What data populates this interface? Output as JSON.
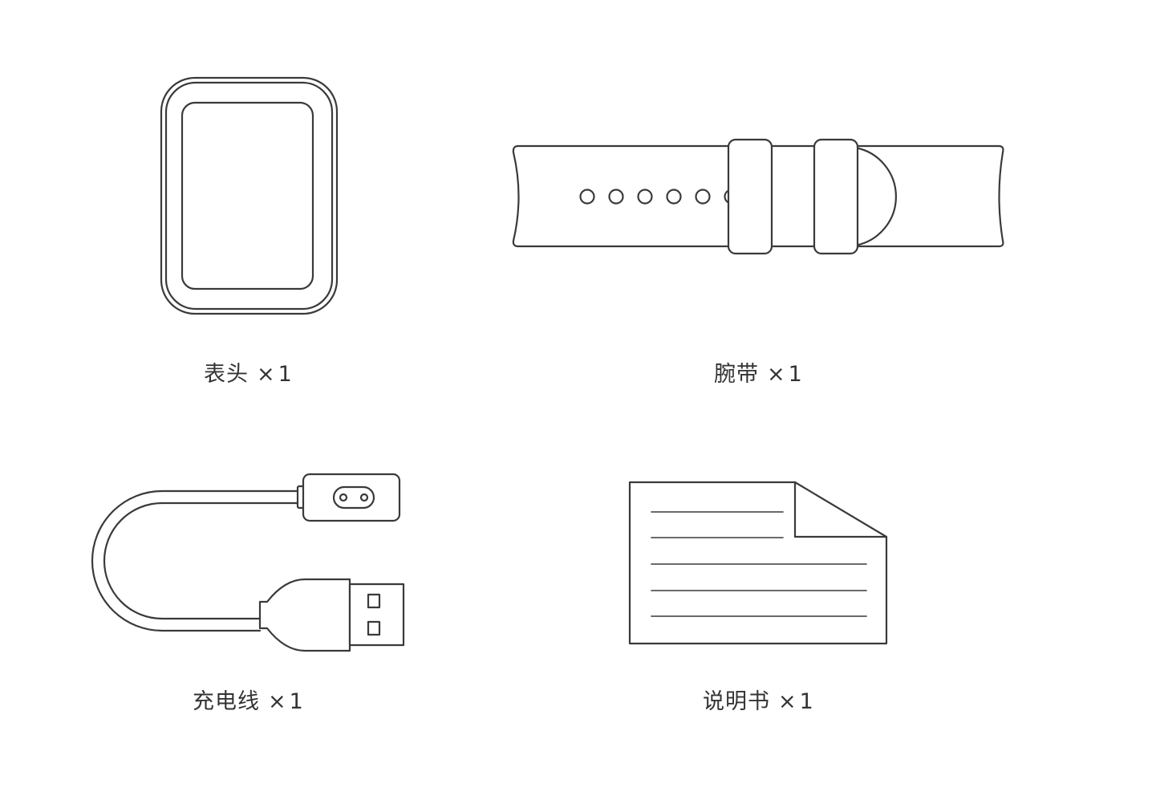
{
  "items": [
    {
      "name": "表头",
      "multiplier": "×",
      "quantity": "1"
    },
    {
      "name": "腕带",
      "multiplier": "×",
      "quantity": "1"
    },
    {
      "name": "充电线",
      "multiplier": "×",
      "quantity": "1"
    },
    {
      "name": "说明书",
      "multiplier": "×",
      "quantity": "1"
    }
  ],
  "colors": {
    "line": "#3a3a3a",
    "text": "#333333",
    "background": "#ffffff"
  },
  "icons": [
    "watch-face-icon",
    "strap-icon",
    "charging-cable-icon",
    "manual-icon"
  ]
}
